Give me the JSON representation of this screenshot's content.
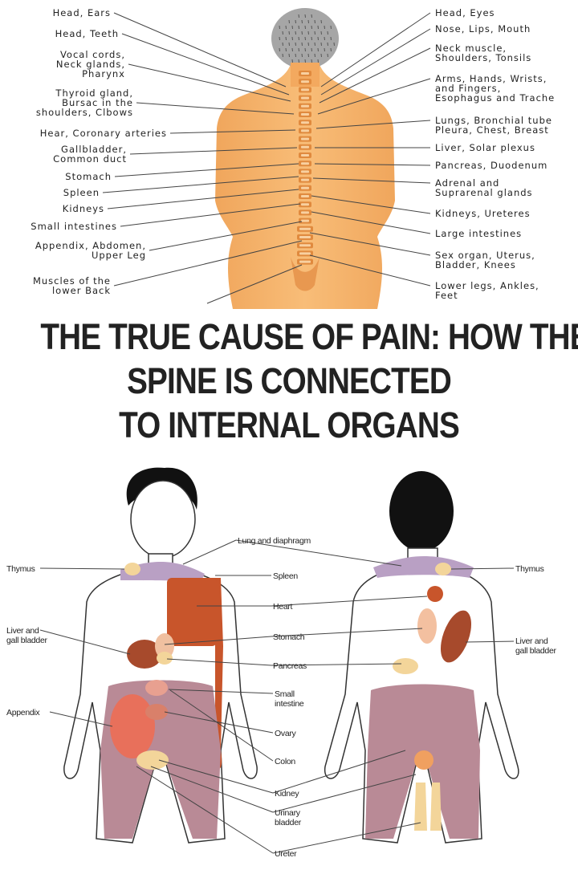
{
  "title_lines": [
    "THE TRUE CAUSE OF PAIN: HOW THE",
    "SPINE IS CONNECTED",
    "TO INTERNAL ORGANS"
  ],
  "spine_left": [
    {
      "lines": [
        "Head, Ears"
      ]
    },
    {
      "lines": [
        "Head, Teeth"
      ]
    },
    {
      "lines": [
        "Vocal cords,",
        "Neck glands,",
        "Pharynx"
      ]
    },
    {
      "lines": [
        "Thyroid gland,",
        "Bursac in the",
        "shoulders, Clbows"
      ]
    },
    {
      "lines": [
        "Hear, Coronary arteries"
      ]
    },
    {
      "lines": [
        "Gallbladder,",
        "Common duct"
      ]
    },
    {
      "lines": [
        "Stomach"
      ]
    },
    {
      "lines": [
        "Spleen"
      ]
    },
    {
      "lines": [
        "Kidneys"
      ]
    },
    {
      "lines": [
        "Small intestines"
      ]
    },
    {
      "lines": [
        "Appendix, Abdomen,",
        "Upper Leg"
      ]
    },
    {
      "lines": [
        "Muscles of the",
        "lower Back"
      ]
    }
  ],
  "spine_right": [
    {
      "lines": [
        "Head, Eyes"
      ]
    },
    {
      "lines": [
        "Nose, Lips, Mouth"
      ]
    },
    {
      "lines": [
        "Neck muscle,",
        "Shoulders, Tonsils"
      ]
    },
    {
      "lines": [
        "Arms, Hands, Wrists,",
        "and Fingers,",
        "Esophagus and Trache"
      ]
    },
    {
      "lines": [
        "Lungs, Bronchial tube",
        "Pleura, Chest, Breast"
      ]
    },
    {
      "lines": [
        "Liver, Solar plexus"
      ]
    },
    {
      "lines": [
        "Pancreas, Duodenum"
      ]
    },
    {
      "lines": [
        "Adrenal and",
        "Suprarenal glands"
      ]
    },
    {
      "lines": [
        "Kidneys, Ureteres"
      ]
    },
    {
      "lines": [
        "Large intestines"
      ]
    },
    {
      "lines": [
        "Sex organ, Uterus,",
        "Bladder, Knees"
      ]
    },
    {
      "lines": [
        "Lower legs, Ankles,",
        "Feet"
      ]
    }
  ],
  "body_center": [
    {
      "lines": [
        "Lung and diaphragm"
      ]
    },
    {
      "lines": [
        "Spleen"
      ]
    },
    {
      "lines": [
        "Heart"
      ]
    },
    {
      "lines": [
        "Stomach"
      ]
    },
    {
      "lines": [
        "Pancreas"
      ]
    },
    {
      "lines": [
        "Small",
        "intestine"
      ]
    },
    {
      "lines": [
        "Ovary"
      ]
    },
    {
      "lines": [
        "Colon"
      ]
    },
    {
      "lines": [
        "Kidney"
      ]
    },
    {
      "lines": [
        "Urinary",
        "bladder"
      ]
    },
    {
      "lines": [
        "Ureter"
      ]
    }
  ],
  "body_left": [
    {
      "lines": [
        "Thymus"
      ]
    },
    {
      "lines": [
        "Liver and",
        "gall bladder"
      ]
    },
    {
      "lines": [
        "Appendix"
      ]
    }
  ],
  "body_right": [
    {
      "lines": [
        "Thymus"
      ]
    },
    {
      "lines": [
        "Liver and",
        "gall bladder"
      ]
    }
  ],
  "colors": {
    "skin": "#f3a95f",
    "hair": "#9a9a9a",
    "zone": "#b98a96",
    "neck_zone": "#b9a0c4",
    "heart": "#c8552b",
    "liver": "#a74a2c",
    "pancreas": "#f3d59a",
    "appendix_zone": "#e8705b"
  }
}
